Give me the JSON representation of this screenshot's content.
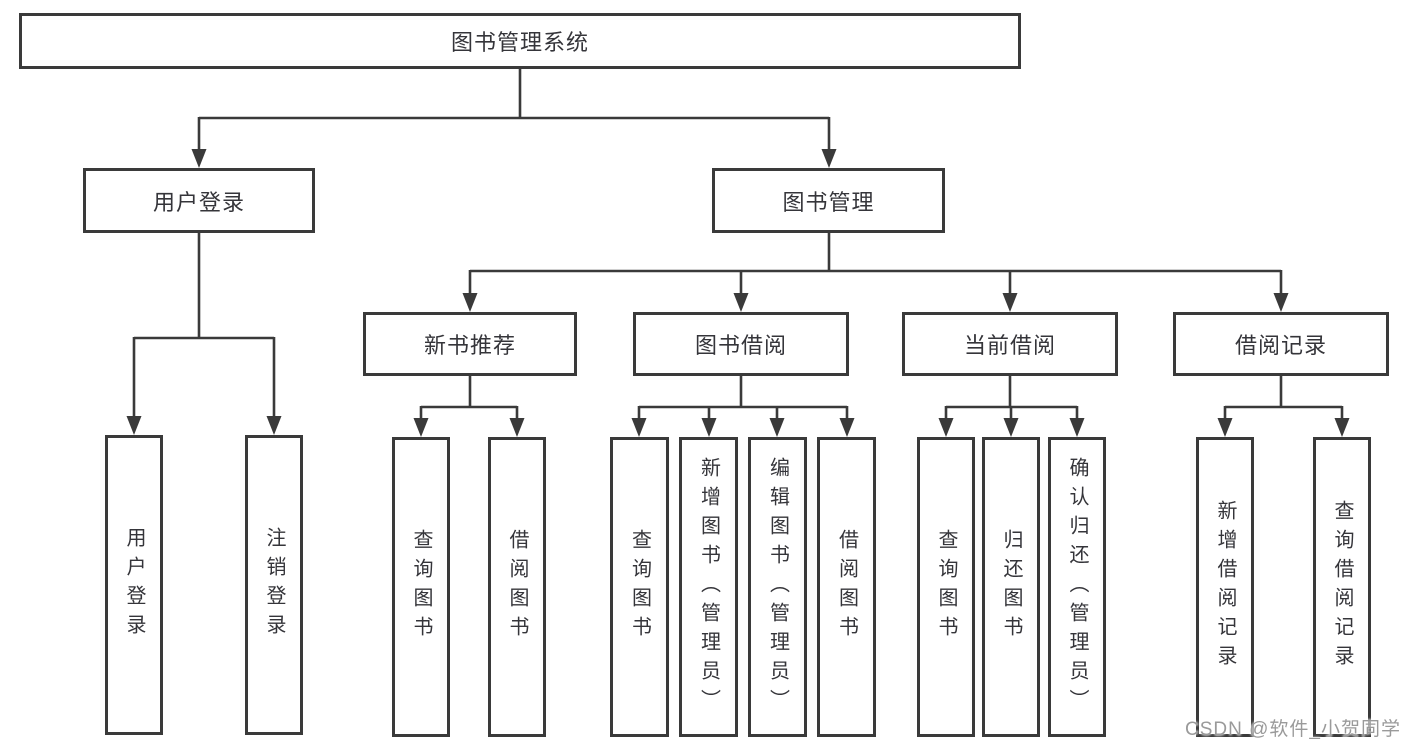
{
  "diagram": {
    "type": "tree",
    "colors": {
      "line": "#3a3a3a",
      "box_border": "#3a3a3a",
      "text": "#35353a",
      "watermark_text": "#9a9a9a",
      "background": "#ffffff"
    },
    "root": {
      "label": "图书管理系统"
    },
    "level2": [
      {
        "id": "user-login",
        "label": "用户登录"
      },
      {
        "id": "book-management",
        "label": "图书管理"
      }
    ],
    "level3": [
      {
        "id": "new-book-recommend",
        "label": "新书推荐",
        "parent": "book-management"
      },
      {
        "id": "book-borrow",
        "label": "图书借阅",
        "parent": "book-management"
      },
      {
        "id": "current-borrow",
        "label": "当前借阅",
        "parent": "book-management"
      },
      {
        "id": "borrow-record",
        "label": "借阅记录",
        "parent": "book-management"
      }
    ],
    "leaves": {
      "user_login": [
        {
          "label": "用户登录"
        },
        {
          "label": "注销登录"
        }
      ],
      "new_book_recommend": [
        {
          "label": "查询图书"
        },
        {
          "label": "借阅图书"
        }
      ],
      "book_borrow": [
        {
          "label": "查询图书"
        },
        {
          "label": "新增图书（管理员）"
        },
        {
          "label": "编辑图书（管理员）"
        },
        {
          "label": "借阅图书"
        }
      ],
      "current_borrow": [
        {
          "label": "查询图书"
        },
        {
          "label": "归还图书"
        },
        {
          "label": "确认归还（管理员）"
        }
      ],
      "borrow_record": [
        {
          "label": "新增借阅记录"
        },
        {
          "label": "查询借阅记录"
        }
      ]
    }
  },
  "watermark": {
    "text": "CSDN @软件_小贺同学"
  }
}
